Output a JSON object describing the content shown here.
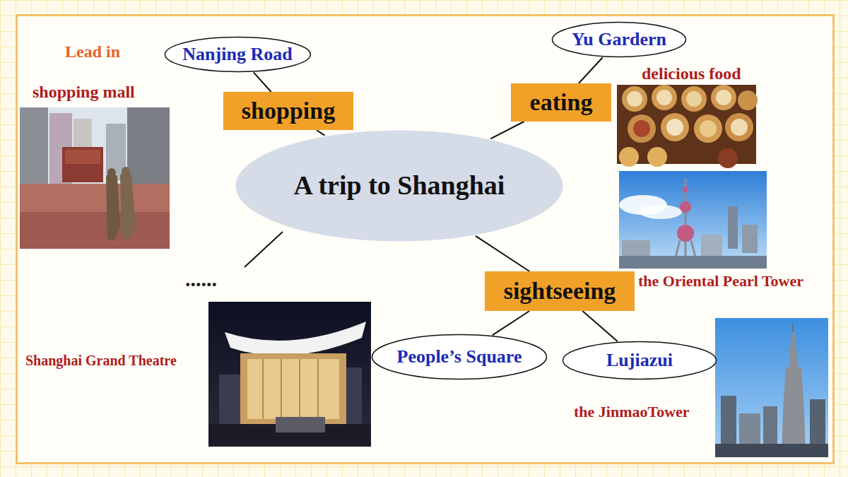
{
  "diagram": {
    "nodes": [
      {
        "text": [
          "Nanjing Road"
        ]
      },
      {
        "text": [
          "Yu Gardern"
        ]
      },
      {
        "text": [
          "shopping"
        ]
      },
      {
        "text": [
          "eating"
        ]
      },
      {
        "text": [
          "A trip to Shanghai"
        ]
      },
      {
        "text": [
          "sightseeing"
        ]
      },
      {
        "text": [
          "People’s Square"
        ]
      },
      {
        "text": [
          "Lujiazui"
        ]
      }
    ],
    "edges": [
      {
        "from": 2,
        "to": 0,
        "arrow": "none"
      },
      {
        "from": 3,
        "to": 1,
        "arrow": "none"
      },
      {
        "from": 4,
        "to": 2,
        "arrow": "none"
      },
      {
        "from": 4,
        "to": 3,
        "arrow": "none"
      },
      {
        "from": 4,
        "to": 5,
        "arrow": "none"
      },
      {
        "from": 5,
        "to": 6,
        "arrow": "none"
      },
      {
        "from": 5,
        "to": 7,
        "arrow": "none"
      }
    ],
    "labels": [
      "Lead in",
      "shopping mall",
      "delicious food",
      "the Oriental Pearl Tower",
      "......",
      "Shanghai Grand Theatre",
      "the JinmaoTower"
    ]
  }
}
